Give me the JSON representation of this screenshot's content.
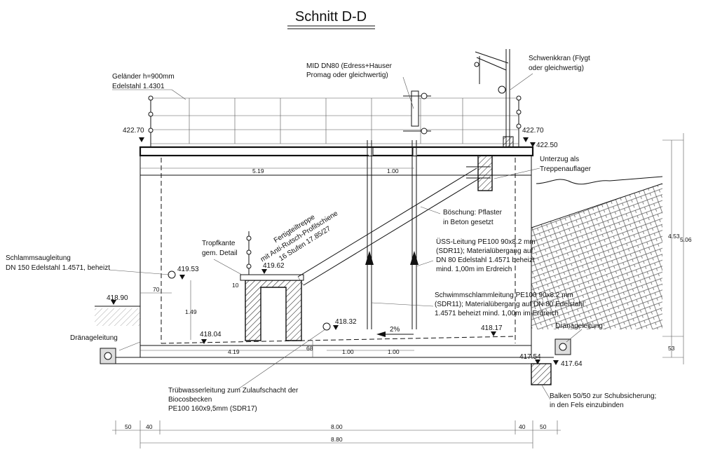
{
  "title": "Schnitt  D-D",
  "labels": {
    "gelaender": [
      "Geländer h=900mm",
      "Edelstahl 1.4301"
    ],
    "mid": [
      "MID DN80 (Edress+Hauser",
      "Promag oder gleichwertig)"
    ],
    "schwenkkran": [
      "Schwenkkran (Flygt",
      "oder gleichwertig)"
    ],
    "unterzug": [
      "Unterzug als",
      "Treppenauflager"
    ],
    "boeschung": [
      "Böschung: Pflaster",
      "in Beton gesetzt"
    ],
    "treppe": [
      "Fertigteiltreppe",
      "mit Anti-Rutsch-Profilschiene",
      "16 Stufen 17.85/27"
    ],
    "tropfkante": [
      "Tropfkante",
      "gem. Detail"
    ],
    "schlamm": [
      "Schlammsaugleitung",
      "DN 150 Edelstahl 1.4571, beheizt"
    ],
    "uess": [
      "ÜSS-Leitung PE100 90x8.2 mm",
      "(SDR11); Materialübergang auf",
      "DN 80 Edelstahl 1.4571 beheizt",
      "mind. 1,00m im Erdreich"
    ],
    "schwimm": [
      "Schwimmschlammleitung PE100 90x8.2 mm",
      "(SDR11); Materialübergang auf DN 80 Edelstahl",
      "1.4571 beheizt mind. 1,00m im Erdreich"
    ],
    "drain_left": "Dränageleitung",
    "drain_right": "Dränageleitung",
    "truebwasser": [
      "Trübwasserleitung zum Zulaufschacht der",
      "Biocosbecken",
      "PE100 160x9,5mm (SDR17)"
    ],
    "balken": [
      "Balken 50/50 zur Schubsicherung;",
      "in den Fels einzubinden"
    ]
  },
  "levels": {
    "l42270_left": "422.70",
    "l42270_right": "422.70",
    "l42250": "422.50",
    "l41953": "419.53",
    "l41962": "419.62",
    "l41890": "418.90",
    "l41832": "418.32",
    "l41804": "418.04",
    "l41817": "418.17",
    "l41754": "417.54",
    "l41764": "417.64"
  },
  "dims": {
    "d519": "5.19",
    "d100_top": "1.00",
    "d70": "70",
    "d10": "10",
    "d149": "1.49",
    "d68": "68",
    "d419": "4.19",
    "d100_a": "1.00",
    "d100_b": "1.00",
    "slope": "2%",
    "d453": "4.53",
    "d506": "5.06",
    "d53": "53",
    "b50_l": "50",
    "b40_l": "40",
    "b800": "8.00",
    "b40_r": "40",
    "b50_r": "50",
    "b880": "8.80"
  }
}
